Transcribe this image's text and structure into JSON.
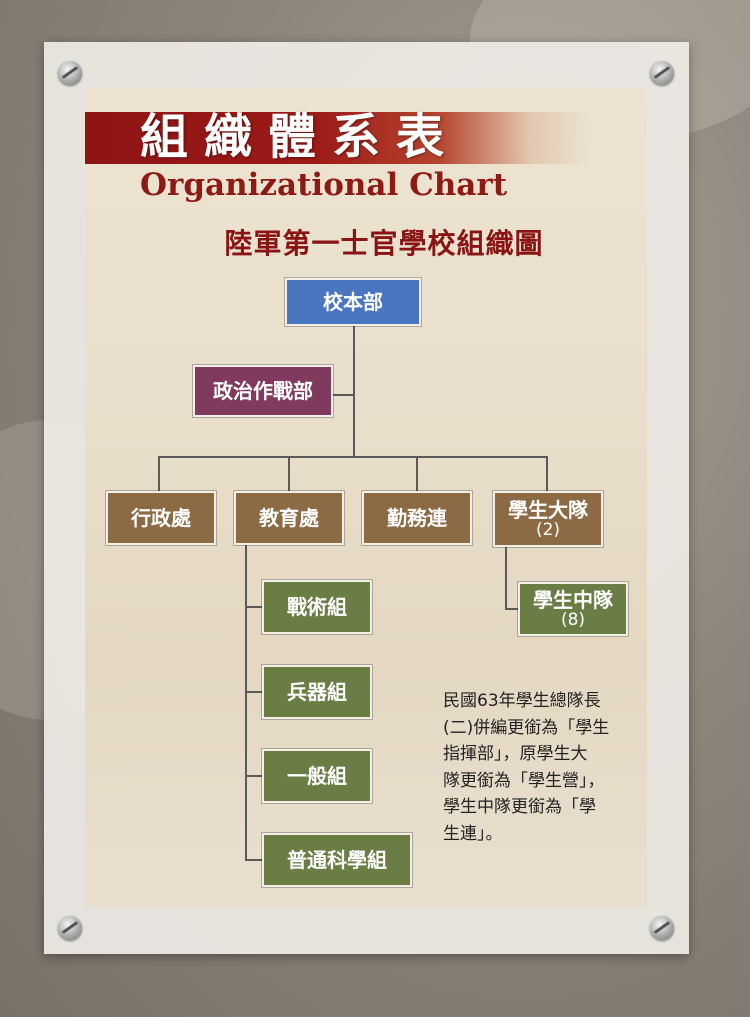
{
  "header": {
    "title_zh": "組織體系表",
    "title_en": "Organizational Chart",
    "subtitle": "陸軍第一士官學校組織圖"
  },
  "nodes": {
    "hq": "校本部",
    "political": "政治作戰部",
    "admin": "行政處",
    "education": "教育處",
    "service": "勤務連",
    "brigade": "學生大隊",
    "brigade_count": "(2)",
    "tactics": "戰術組",
    "weapons": "兵器組",
    "general": "一般組",
    "science": "普通科學組",
    "company": "學生中隊",
    "company_count": "(8)"
  },
  "note": {
    "lines": [
      "民國63年學生總隊長",
      "(二)併編更銜為「學生",
      "指揮部」，原學生大",
      "隊更銜為「學生營」，",
      "學生中隊更銜為「學",
      "生連」。"
    ]
  },
  "colors": {
    "title_band": "#8e1414",
    "hq": "#4a76c0",
    "political": "#7f3a5e",
    "department": "#8c6a44",
    "section": "#6a7d45"
  }
}
